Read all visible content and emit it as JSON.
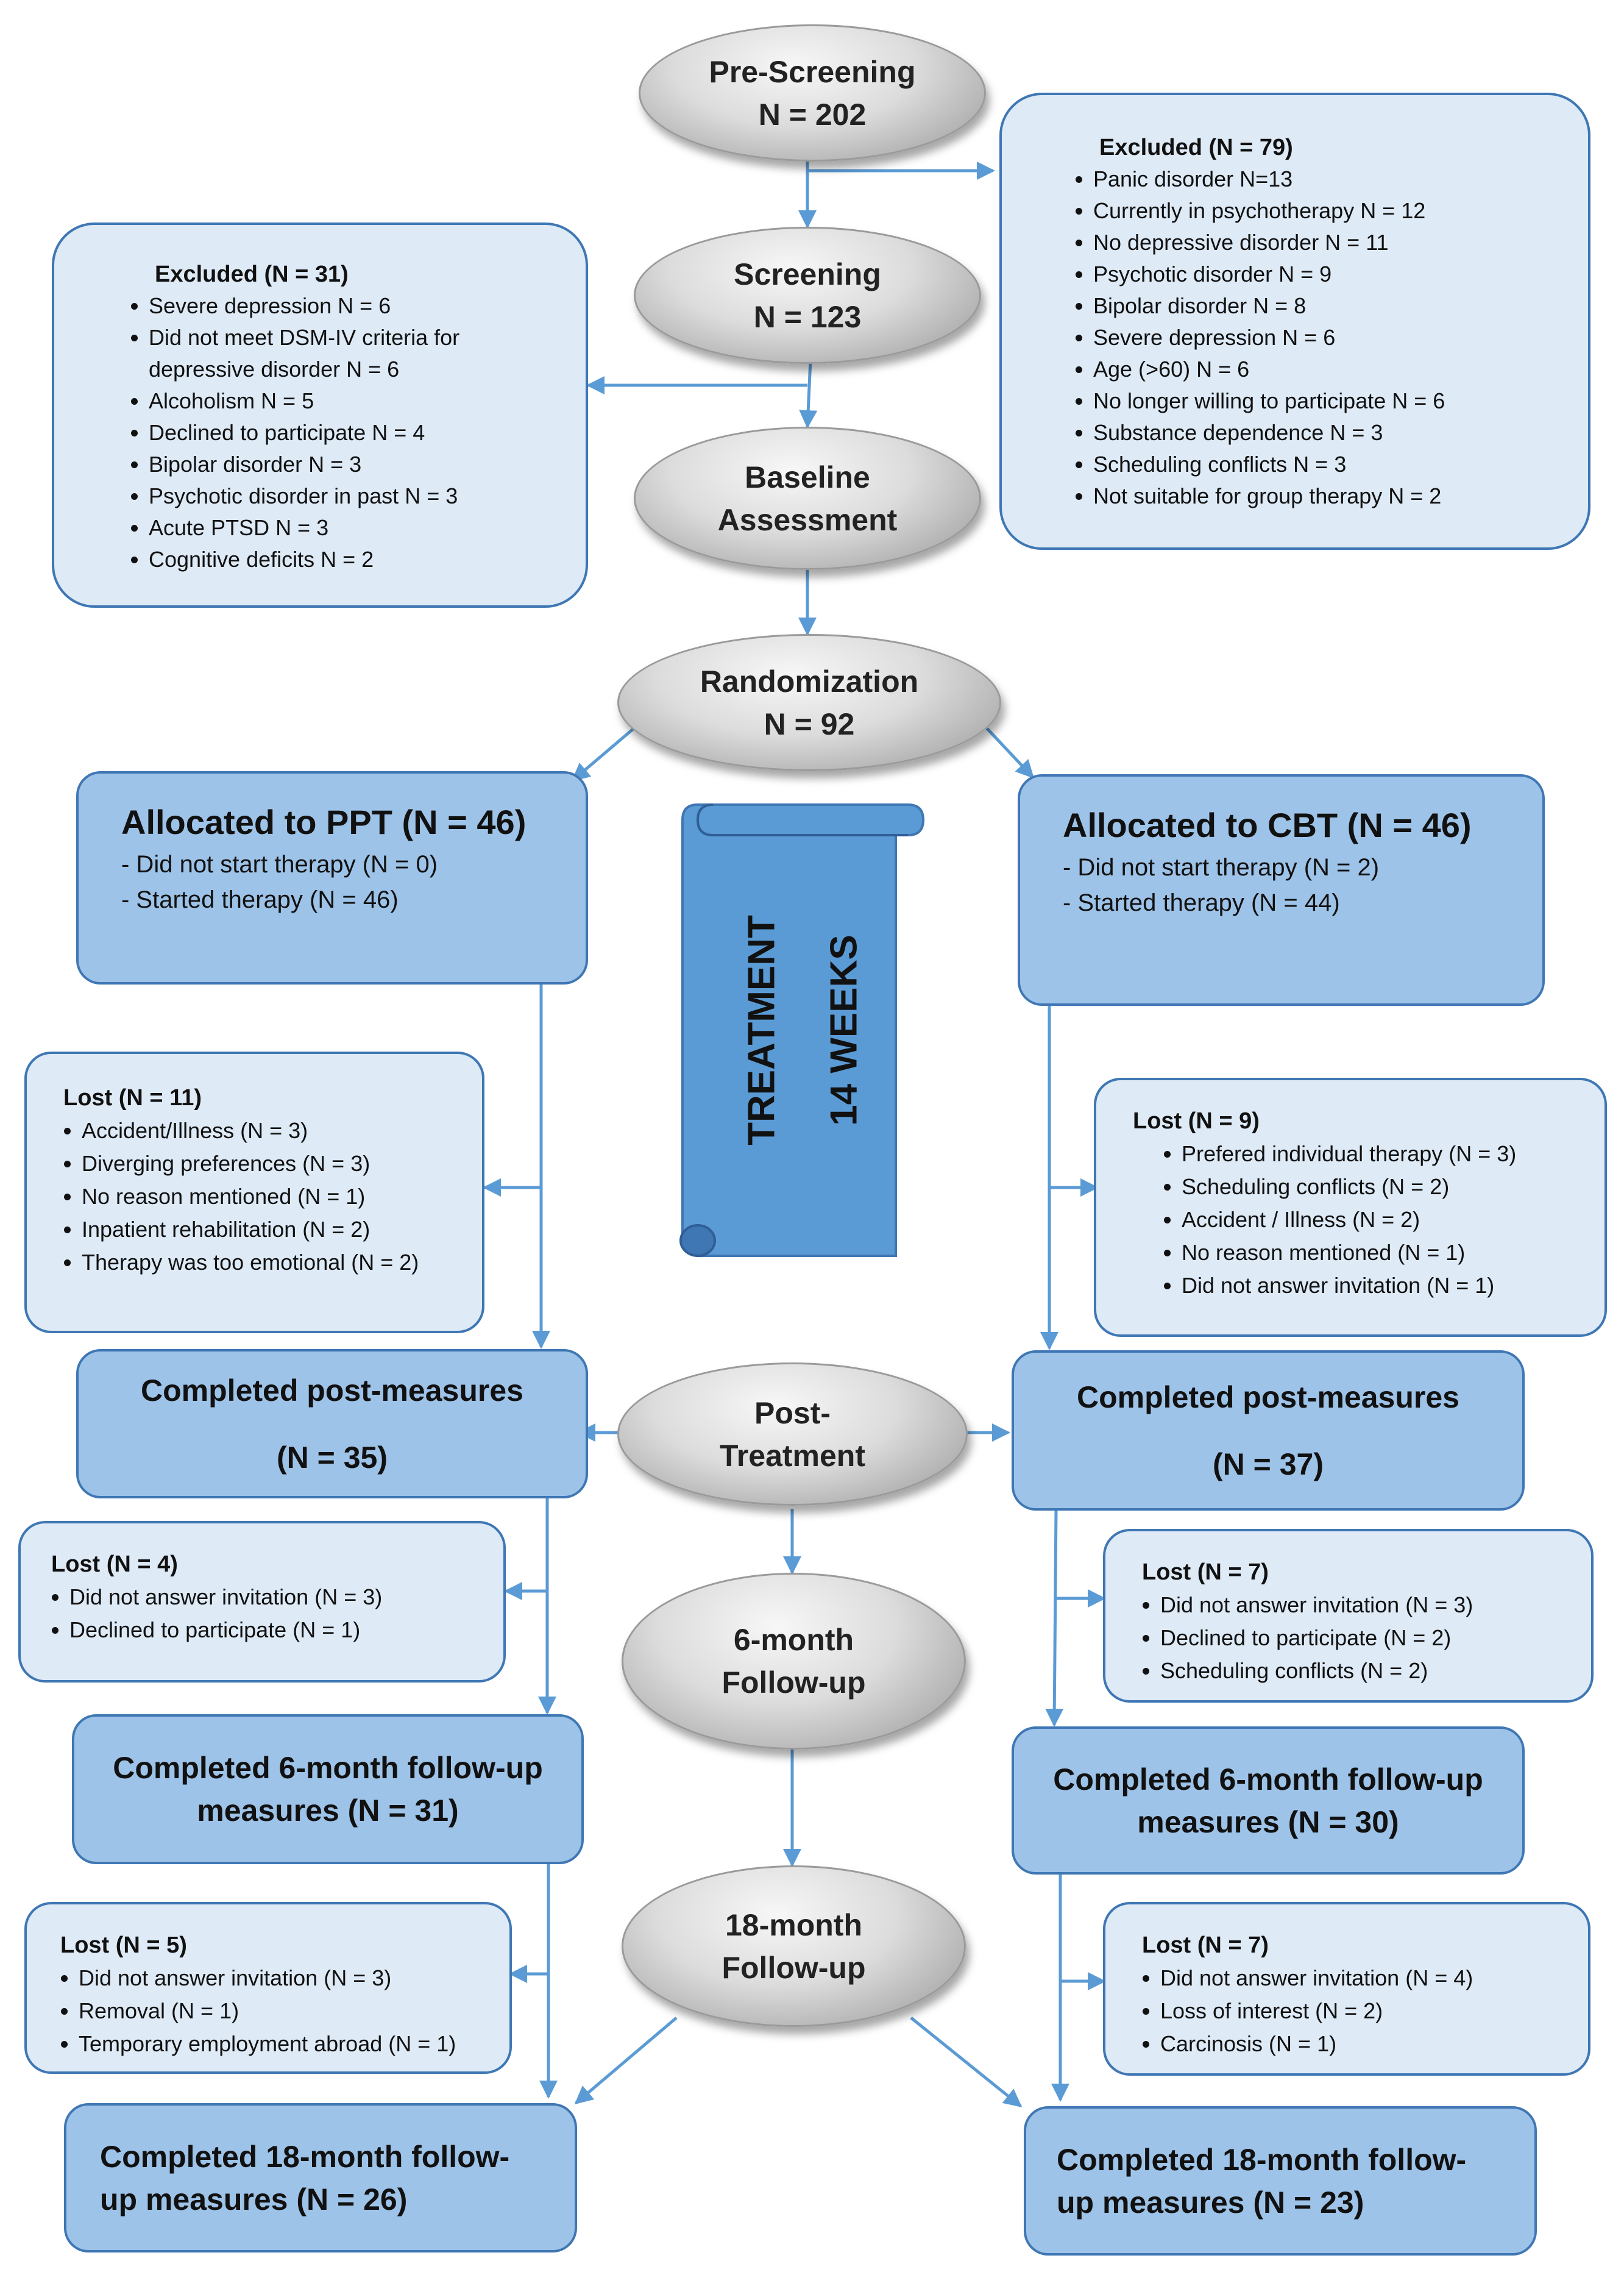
{
  "stages": {
    "pre_screening": [
      "Pre-Screening",
      "N = 202"
    ],
    "screening": [
      "Screening",
      "N = 123"
    ],
    "baseline": [
      "Baseline",
      "Assessment"
    ],
    "randomization": [
      "Randomization",
      "N = 92"
    ],
    "post_treatment": [
      "Post-",
      "Treatment"
    ],
    "six_month": [
      "6-month",
      "Follow-up"
    ],
    "eighteen_month": [
      "18-month",
      "Follow-up"
    ]
  },
  "excluded_screening": {
    "title": "Excluded (N = 79)",
    "items": [
      "Panic disorder N=13",
      "Currently in psychotherapy N = 12",
      "No depressive disorder N = 11",
      "Psychotic disorder N = 9",
      "Bipolar disorder N = 8",
      "Severe depression N = 6",
      "Age (>60) N = 6",
      "No longer willing to participate N = 6",
      "Substance dependence N = 3",
      "Scheduling conflicts N = 3",
      "Not suitable for group therapy N = 2"
    ]
  },
  "excluded_baseline": {
    "title": "Excluded (N = 31)",
    "items": [
      "Severe depression N = 6",
      "Did not meet DSM-IV criteria for depressive disorder N = 6",
      "Alcoholism N = 5",
      "Declined to participate N = 4",
      "Bipolar disorder N = 3",
      "Psychotic disorder in past N = 3",
      "Acute PTSD N = 3",
      "Cognitive deficits N = 2"
    ]
  },
  "allocation": {
    "ppt": {
      "title": "Allocated to PPT (N = 46)",
      "lines": [
        "- Did not start therapy (N = 0)",
        "- Started therapy (N = 46)"
      ]
    },
    "cbt": {
      "title": "Allocated to CBT (N = 46)",
      "lines": [
        "- Did not start therapy (N = 2)",
        "- Started therapy (N = 44)"
      ]
    }
  },
  "treatment": {
    "label": "TREATMENT",
    "duration": "14 WEEKS"
  },
  "lost": {
    "ppt_treatment": {
      "title": "Lost (N = 11)",
      "items": [
        "Accident/Illness (N = 3)",
        "Diverging preferences (N = 3)",
        "No reason mentioned (N = 1)",
        "Inpatient rehabilitation (N = 2)",
        "Therapy was too emotional (N = 2)"
      ]
    },
    "cbt_treatment": {
      "title": "Lost (N = 9)",
      "items": [
        "Prefered individual therapy (N = 3)",
        "Scheduling conflicts (N = 2)",
        "Accident / Illness (N = 2)",
        "No reason mentioned (N = 1)",
        "Did not answer invitation (N = 1)"
      ]
    },
    "ppt_6m": {
      "title": "Lost (N = 4)",
      "items": [
        "Did not answer invitation (N = 3)",
        "Declined to participate (N = 1)"
      ]
    },
    "cbt_6m": {
      "title": "Lost (N = 7)",
      "items": [
        "Did not answer invitation (N = 3)",
        "Declined to participate (N = 2)",
        "Scheduling conflicts (N = 2)"
      ]
    },
    "ppt_18m": {
      "title": "Lost (N = 5)",
      "items": [
        "Did not answer invitation (N = 3)",
        "Removal (N = 1)",
        "Temporary employment abroad (N = 1)"
      ]
    },
    "cbt_18m": {
      "title": "Lost (N = 7)",
      "items": [
        "Did not answer invitation (N = 4)",
        "Loss of interest (N = 2)",
        "Carcinosis (N = 1)"
      ]
    }
  },
  "completed": {
    "ppt_post": [
      "Completed post-measures",
      "(N = 35)"
    ],
    "cbt_post": [
      "Completed post-measures",
      "(N = 37)"
    ],
    "ppt_6m": [
      "Completed 6-month follow-up",
      "measures (N = 31)"
    ],
    "cbt_6m": [
      "Completed 6-month follow-up",
      "measures (N = 30)"
    ],
    "ppt_18m": [
      "Completed 18-month follow-",
      "up measures (N = 26)"
    ],
    "cbt_18m": [
      "Completed 18-month follow-",
      "up measures (N = 23)"
    ]
  },
  "colors": {
    "arrow": "#5b9bd5",
    "box_border": "#3f77b4",
    "light_box": "#deeaf6",
    "dark_box": "#9ec3e8",
    "scroll": "#5b9bd5"
  }
}
